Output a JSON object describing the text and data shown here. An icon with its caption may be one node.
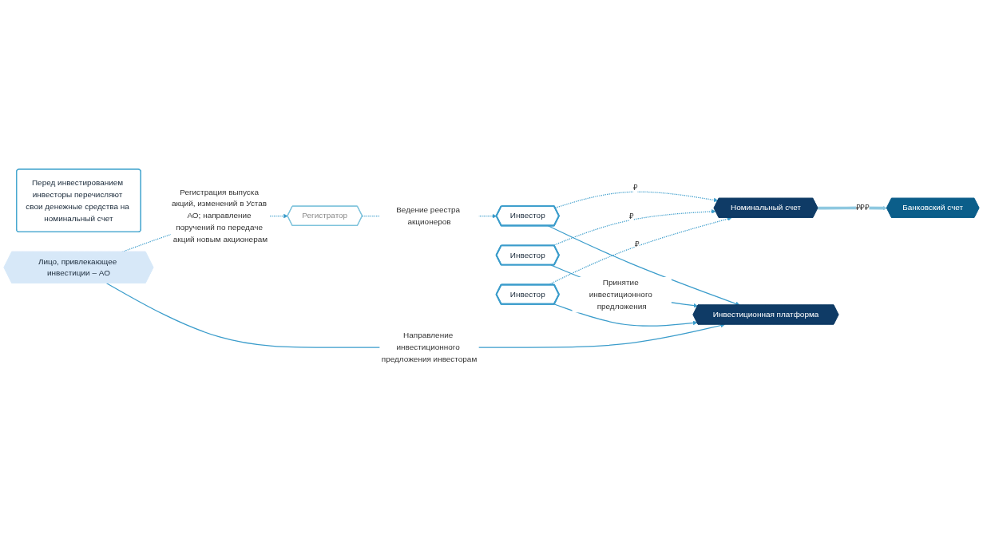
{
  "diagram": {
    "nodes": [
      {
        "text": [
          "Перед инвестированием инвесторы перечисляют свои денежные средства на номинальный счет"
        ]
      },
      {
        "text": [
          "Номинальный счет"
        ]
      },
      {
        "text": [
          "Регистратор"
        ]
      },
      {
        "text": [
          "Банковский счет"
        ]
      },
      {
        "text": [
          "Инвестор"
        ]
      },
      {
        "text": [
          "Инвестор"
        ]
      },
      {
        "text": [
          "Инвестор"
        ]
      },
      {
        "text": [
          "Инвестиционная платформа"
        ]
      },
      {
        "text": [
          "Лицо, привлекающее инвестиции – АО"
        ]
      }
    ],
    "edges": [
      {
        "from": 4,
        "to": 1,
        "arrow": "to",
        "label": "₽",
        "style": "dashed"
      },
      {
        "from": 5,
        "to": 1,
        "arrow": "to",
        "label": "₽",
        "style": "dashed"
      },
      {
        "from": 6,
        "to": 1,
        "arrow": "to",
        "label": "₽",
        "style": "dashed"
      },
      {
        "from": 1,
        "to": 3,
        "arrow": "to",
        "label": "₽₽₽",
        "style": "thick",
        "color": "#8ec8e0"
      },
      {
        "from": 2,
        "to": 4,
        "arrow": "to",
        "label": "Ведение реестра акционеров",
        "style": "dashed"
      },
      {
        "from": 8,
        "to": 2,
        "arrow": "to",
        "label": "Регистрация выпуска акций, изменений в Устав АО; направление поручений по передаче акций новым акционерам",
        "style": "dashed"
      },
      {
        "from": 4,
        "to": 7,
        "arrow": "to"
      },
      {
        "from": 5,
        "to": 7,
        "arrow": "to",
        "label": "Принятие инвестиционного предложения"
      },
      {
        "from": 6,
        "to": 7,
        "arrow": "to"
      },
      {
        "from": 8,
        "to": 7,
        "arrow": "to",
        "label": "Направление инвестиционного предложения инвесторам"
      }
    ]
  }
}
